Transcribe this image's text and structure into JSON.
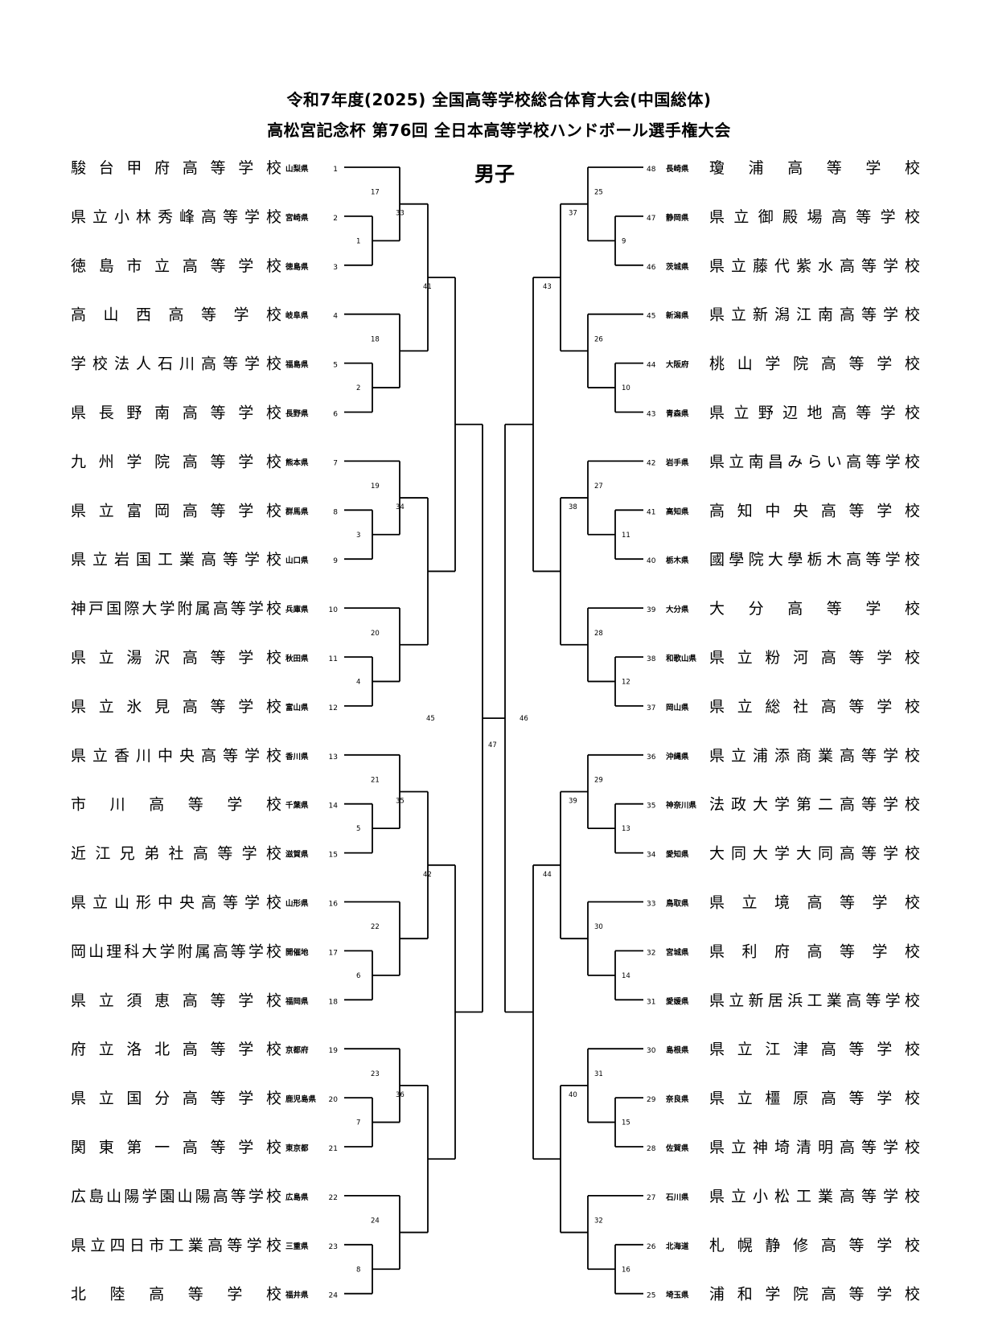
{
  "header": {
    "title_line1": "令和7年度(2025)  全国高等学校総合体育大会(中国総体)",
    "title_line2": "高松宮記念杯  第76回  全日本高等学校ハンドボール選手権大会",
    "division": "男子"
  },
  "teams": [
    {
      "seed": "1",
      "school": "駿台甲府高等学校",
      "pref": "山梨県"
    },
    {
      "seed": "2",
      "school": "県立小林秀峰高等学校",
      "pref": "宮崎県"
    },
    {
      "seed": "3",
      "school": "徳島市立高等学校",
      "pref": "徳島県"
    },
    {
      "seed": "4",
      "school": "高山西高等学校",
      "pref": "岐阜県"
    },
    {
      "seed": "5",
      "school": "学校法人石川高等学校",
      "pref": "福島県"
    },
    {
      "seed": "6",
      "school": "県長野南高等学校",
      "pref": "長野県"
    },
    {
      "seed": "7",
      "school": "九州学院高等学校",
      "pref": "熊本県"
    },
    {
      "seed": "8",
      "school": "県立富岡高等学校",
      "pref": "群馬県"
    },
    {
      "seed": "9",
      "school": "県立岩国工業高等学校",
      "pref": "山口県"
    },
    {
      "seed": "10",
      "school": "神戸国際大学附属高等学校",
      "pref": "兵庫県"
    },
    {
      "seed": "11",
      "school": "県立湯沢高等学校",
      "pref": "秋田県"
    },
    {
      "seed": "12",
      "school": "県立氷見高等学校",
      "pref": "富山県"
    },
    {
      "seed": "13",
      "school": "県立香川中央高等学校",
      "pref": "香川県"
    },
    {
      "seed": "14",
      "school": "市川高等学校",
      "pref": "千葉県"
    },
    {
      "seed": "15",
      "school": "近江兄弟社高等学校",
      "pref": "滋賀県"
    },
    {
      "seed": "16",
      "school": "県立山形中央高等学校",
      "pref": "山形県"
    },
    {
      "seed": "17",
      "school": "岡山理科大学附属高等学校",
      "pref": "開催地"
    },
    {
      "seed": "18",
      "school": "県立須恵高等学校",
      "pref": "福岡県"
    },
    {
      "seed": "19",
      "school": "府立洛北高等学校",
      "pref": "京都府"
    },
    {
      "seed": "20",
      "school": "県立国分高等学校",
      "pref": "鹿児島県"
    },
    {
      "seed": "21",
      "school": "関東第一高等学校",
      "pref": "東京都"
    },
    {
      "seed": "22",
      "school": "広島山陽学園山陽高等学校",
      "pref": "広島県"
    },
    {
      "seed": "23",
      "school": "県立四日市工業高等学校",
      "pref": "三重県"
    },
    {
      "seed": "24",
      "school": "北陸高等学校",
      "pref": "福井県"
    },
    {
      "seed": "48",
      "school": "瓊浦高等学校",
      "pref": "長崎県"
    },
    {
      "seed": "47",
      "school": "県立御殿場高等学校",
      "pref": "静岡県"
    },
    {
      "seed": "46",
      "school": "県立藤代紫水高等学校",
      "pref": "茨城県"
    },
    {
      "seed": "45",
      "school": "県立新潟江南高等学校",
      "pref": "新潟県"
    },
    {
      "seed": "44",
      "school": "桃山学院高等学校",
      "pref": "大阪府"
    },
    {
      "seed": "43",
      "school": "県立野辺地高等学校",
      "pref": "青森県"
    },
    {
      "seed": "42",
      "school": "県立南昌みらい高等学校",
      "pref": "岩手県"
    },
    {
      "seed": "41",
      "school": "高知中央高等学校",
      "pref": "高知県"
    },
    {
      "seed": "40",
      "school": "國學院大學栃木高等学校",
      "pref": "栃木県"
    },
    {
      "seed": "39",
      "school": "大分高等学校",
      "pref": "大分県"
    },
    {
      "seed": "38",
      "school": "県立粉河高等学校",
      "pref": "和歌山県"
    },
    {
      "seed": "37",
      "school": "県立総社高等学校",
      "pref": "岡山県"
    },
    {
      "seed": "36",
      "school": "県立浦添商業高等学校",
      "pref": "沖縄県"
    },
    {
      "seed": "35",
      "school": "法政大学第二高等学校",
      "pref": "神奈川県"
    },
    {
      "seed": "34",
      "school": "大同大学大同高等学校",
      "pref": "愛知県"
    },
    {
      "seed": "33",
      "school": "県立境高等学校",
      "pref": "鳥取県"
    },
    {
      "seed": "32",
      "school": "県利府高等学校",
      "pref": "宮城県"
    },
    {
      "seed": "31",
      "school": "県立新居浜工業高等学校",
      "pref": "愛媛県"
    },
    {
      "seed": "30",
      "school": "県立江津高等学校",
      "pref": "島根県"
    },
    {
      "seed": "29",
      "school": "県立橿原高等学校",
      "pref": "奈良県"
    },
    {
      "seed": "28",
      "school": "県立神埼清明高等学校",
      "pref": "佐賀県"
    },
    {
      "seed": "27",
      "school": "県立小松工業高等学校",
      "pref": "石川県"
    },
    {
      "seed": "26",
      "school": "札幌静修高等学校",
      "pref": "北海道"
    },
    {
      "seed": "25",
      "school": "浦和学院高等学校",
      "pref": "埼玉県"
    }
  ],
  "match_numbers": {
    "left_round1": [
      "1",
      "2",
      "3",
      "4",
      "5",
      "6",
      "7",
      "8"
    ],
    "left_round2": [
      "17",
      "18",
      "19",
      "20",
      "21",
      "22",
      "23",
      "24"
    ],
    "left_round3": [
      "33",
      "34",
      "35",
      "36"
    ],
    "left_round4": [
      "41",
      "42"
    ],
    "left_semi": "45",
    "final": "47",
    "right_semi": "46",
    "right_round4": [
      "43",
      "44"
    ],
    "right_round3": [
      "37",
      "38",
      "39",
      "40"
    ],
    "right_round2": [
      "25",
      "26",
      "27",
      "28",
      "29",
      "30",
      "31",
      "32"
    ],
    "right_round1": [
      "9",
      "10",
      "11",
      "12",
      "13",
      "14",
      "15",
      "16"
    ]
  }
}
